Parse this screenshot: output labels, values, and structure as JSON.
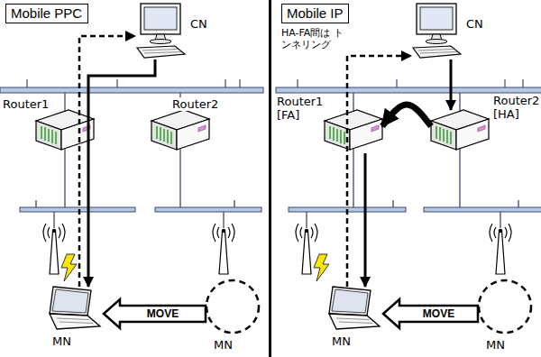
{
  "diagram": {
    "nodes": [
      {
        "text": [
          "Mobile PPC"
        ]
      },
      {
        "text": [
          "CN"
        ]
      },
      {
        "text": [
          "Router1"
        ]
      },
      {
        "text": [
          "Router2"
        ]
      },
      {
        "text": [
          "MN"
        ]
      },
      {
        "text": [
          "MN"
        ]
      },
      {
        "text": [
          "Mobile IP"
        ]
      },
      {
        "text": [
          "CN"
        ]
      },
      {
        "text": [
          "Router1 [FA]"
        ]
      },
      {
        "text": [
          "Router2 [HA]"
        ]
      },
      {
        "text": [
          "MN"
        ]
      },
      {
        "text": [
          "MN"
        ]
      }
    ],
    "edges": [
      {
        "from": 4,
        "to": 1,
        "arrow": "to"
      },
      {
        "from": 1,
        "to": 4,
        "arrow": "to"
      },
      {
        "from": 5,
        "to": 4,
        "label": "MOVE",
        "arrow": "to"
      },
      {
        "from": 10,
        "to": 7,
        "arrow": "to"
      },
      {
        "from": 7,
        "to": 9,
        "arrow": "to"
      },
      {
        "from": 9,
        "to": 8,
        "arrow": "to"
      },
      {
        "from": 8,
        "to": 10,
        "arrow": "to"
      },
      {
        "from": 11,
        "to": 10,
        "label": "MOVE",
        "arrow": "to"
      }
    ],
    "labels": [
      "HA-FA間は トンネリング"
    ]
  }
}
